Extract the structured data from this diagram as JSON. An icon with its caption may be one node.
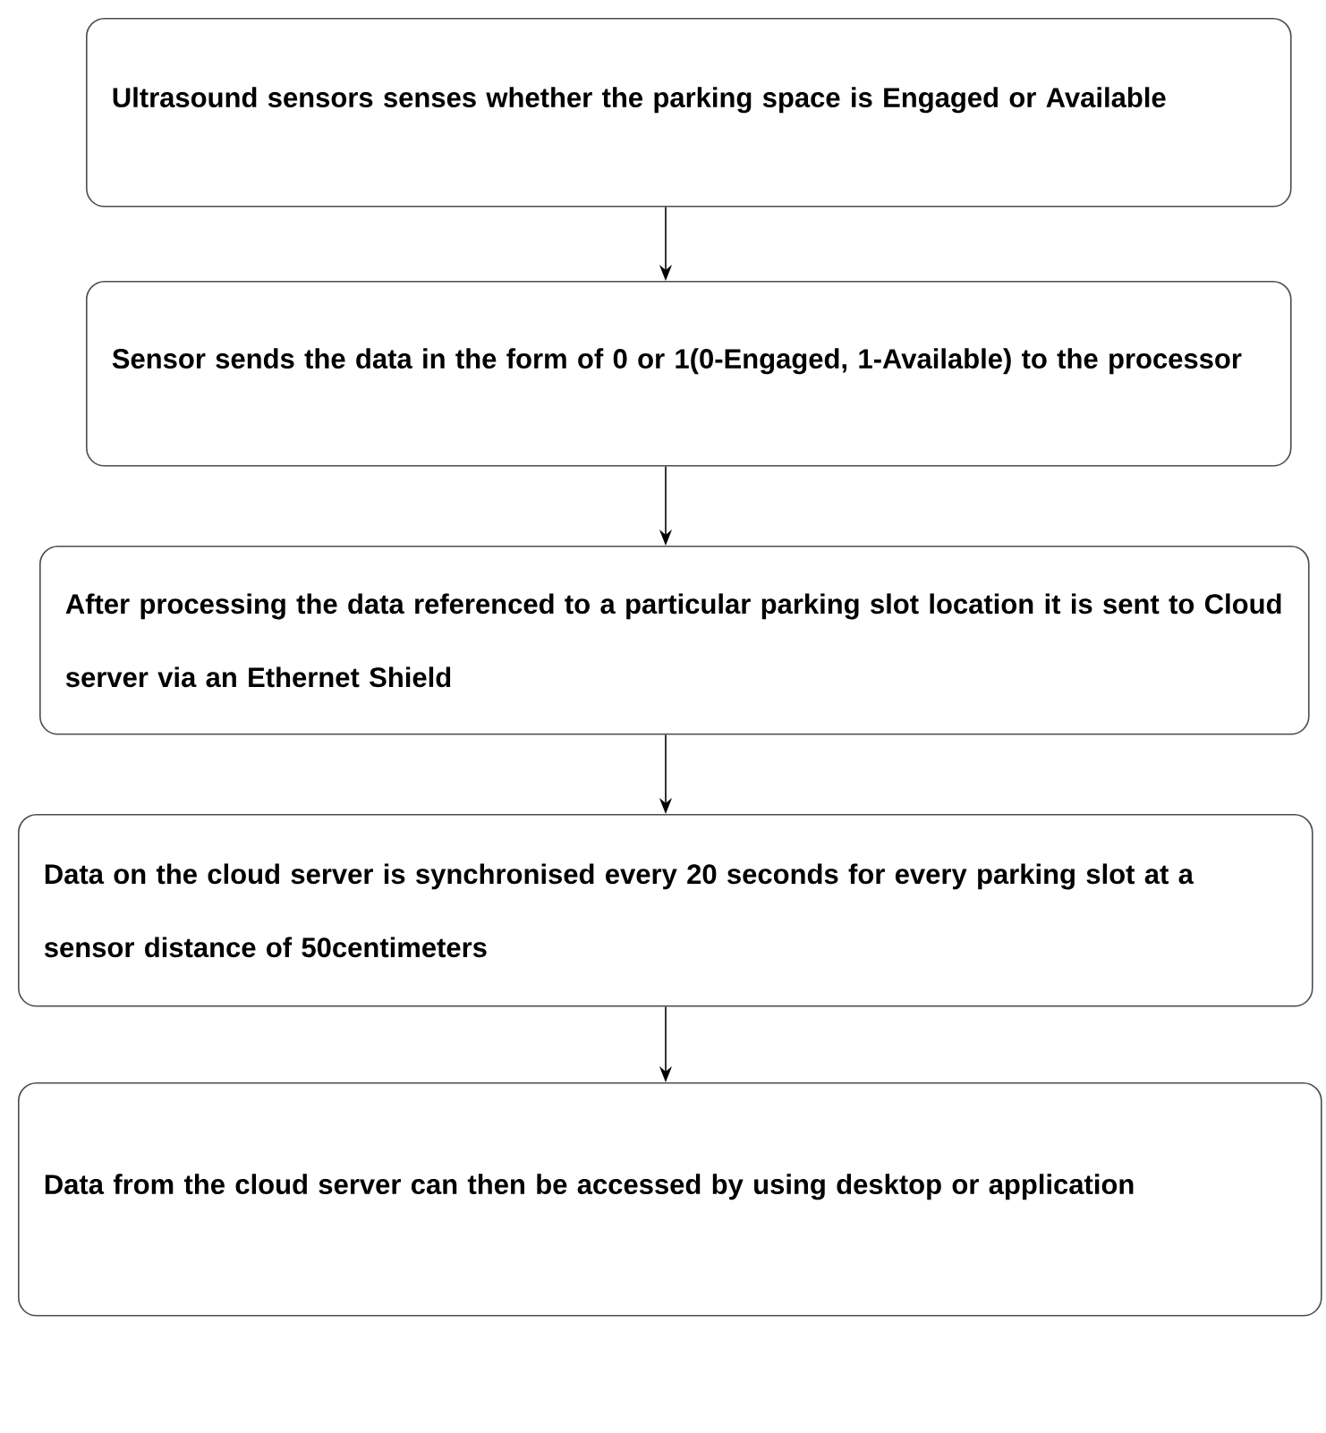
{
  "diagram": {
    "nodes": [
      {
        "text": [
          "Ultrasound sensors senses whether the parking space is Engaged or Available"
        ]
      },
      {
        "text": [
          "Sensor sends the data in the form of 0 or 1(0-Engaged, 1-Available) to the processor"
        ]
      },
      {
        "text": [
          "After processing the data referenced to a particular parking slot location it is sent to Cloud server via an Ethernet Shield"
        ]
      },
      {
        "text": [
          "Data on the cloud server is synchronised every 20 seconds for every parking slot at a sensor distance of 50centimeters"
        ]
      },
      {
        "text": [
          "Data from the cloud server can then be accessed by using desktop or application"
        ]
      }
    ],
    "edges": [
      {
        "from": 0,
        "to": 1,
        "arrow": "to"
      },
      {
        "from": 1,
        "to": 2,
        "arrow": "to"
      },
      {
        "from": 2,
        "to": 3,
        "arrow": "to"
      },
      {
        "from": 3,
        "to": 4,
        "arrow": "to"
      }
    ]
  }
}
